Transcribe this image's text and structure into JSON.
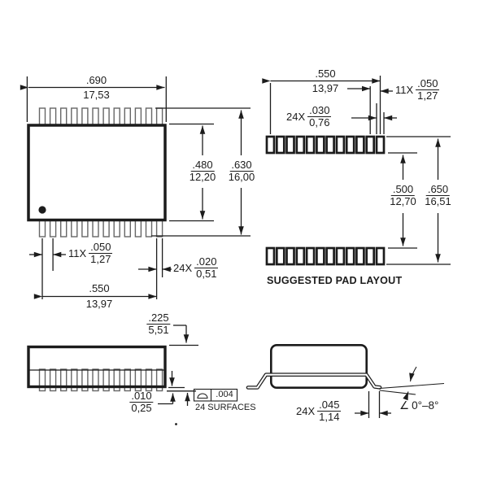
{
  "colors": {
    "line": "#1c1c1c",
    "pin_outline": "#666666",
    "background": "#ffffff"
  },
  "top_view": {
    "pins_per_row": 12,
    "overall_width": {
      "in": ".690",
      "mm": "17,53"
    },
    "body_span": {
      "in": ".480",
      "mm": "12,20"
    },
    "overall_span": {
      "in": ".630",
      "mm": "16,00"
    },
    "pitch": {
      "count": "11X",
      "in": ".050",
      "mm": "1,27"
    },
    "lead_width": {
      "count": "24X",
      "in": ".020",
      "mm": "0,51"
    },
    "lead_span": {
      "in": ".550",
      "mm": "13,97"
    }
  },
  "pad_layout": {
    "pads_per_row": 12,
    "title": "SUGGESTED PAD LAYOUT",
    "pad_span": {
      "in": ".550",
      "mm": "13,97"
    },
    "pitch": {
      "count": "11X",
      "in": ".050",
      "mm": "1,27"
    },
    "pad_width": {
      "count": "24X",
      "in": ".030",
      "mm": "0,76"
    },
    "inner_span": {
      "in": ".500",
      "mm": "12,70"
    },
    "outer_span": {
      "in": ".650",
      "mm": "16,51"
    }
  },
  "side_view": {
    "leads_per_row": 12,
    "height": {
      "in": ".225",
      "mm": "5,51"
    },
    "standoff": {
      "in": ".010",
      "mm": "0,25"
    },
    "coplanarity": {
      "value": ".004",
      "note": "24 SURFACES"
    }
  },
  "end_view": {
    "foot_length": {
      "count": "24X",
      "in": ".045",
      "mm": "1,14"
    },
    "angle_symbol": "∠",
    "lead_angle": "0°–8°"
  }
}
